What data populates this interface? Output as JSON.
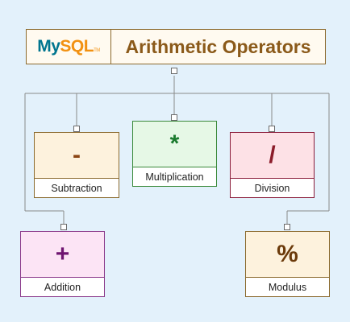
{
  "title": {
    "logo": {
      "my": "My",
      "sql": "SQL",
      "tm": "TM"
    },
    "text": "Arithmetic Operators"
  },
  "operators": {
    "subtraction": {
      "symbol": "-",
      "label": "Subtraction",
      "color": "#8b4513",
      "bg": "#fdf2dd",
      "border": "#8b6a2e"
    },
    "multiplication": {
      "symbol": "*",
      "label": "Multiplication",
      "color": "#1a7a2e",
      "bg": "#e6f8e6",
      "border": "#3a8a3a"
    },
    "division": {
      "symbol": "/",
      "label": "Division",
      "color": "#8b1c2a",
      "bg": "#fde1e6",
      "border": "#8b1c3a"
    },
    "addition": {
      "symbol": "+",
      "label": "Addition",
      "color": "#6e1470",
      "bg": "#fce4f5",
      "border": "#8b3a8b"
    },
    "modulus": {
      "symbol": "%",
      "label": "Modulus",
      "color": "#6b3a0a",
      "bg": "#fdf2dd",
      "border": "#8b6a2e"
    }
  }
}
